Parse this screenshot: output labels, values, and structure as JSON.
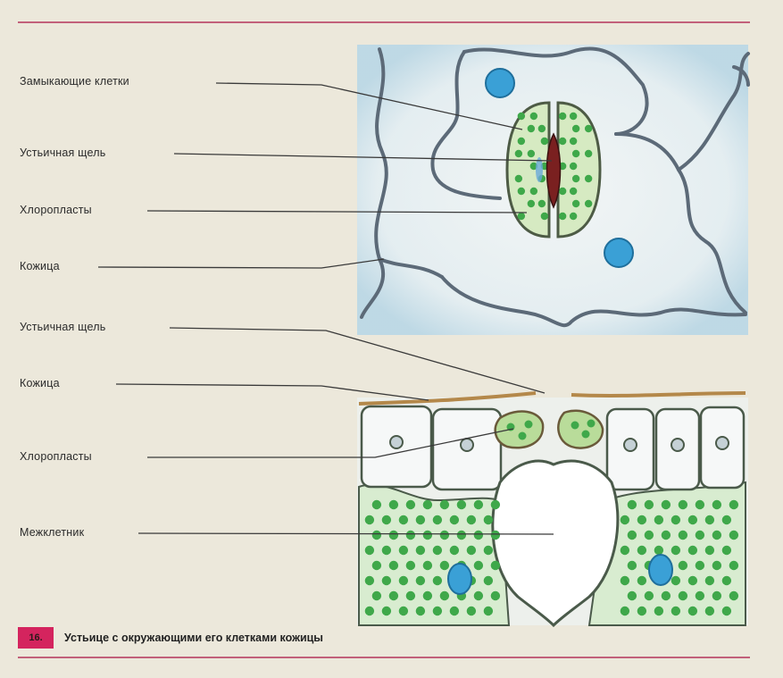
{
  "labels": {
    "guard_cells": "Замыкающие клетки",
    "stomatal_pore_top": "Устьичная щель",
    "chloroplasts_top": "Хлоропласты",
    "epidermis_top": "Кожица",
    "stomatal_pore_bottom": "Устьичная щель",
    "epidermis_bottom": "Кожица",
    "chloroplasts_bottom": "Хлоропласты",
    "intercellular_space": "Межклетник"
  },
  "caption": {
    "number": "16.",
    "text": "Устьице с окружающими его клетками кожицы"
  },
  "colors": {
    "background": "#ece8db",
    "rule": "#c2607a",
    "cell_fill": "#eef4f6",
    "cell_shade": "#bcd9e8",
    "cell_wall": "#5c6a78",
    "chloroplast": "#3fa84a",
    "guard_cell": "#d6eac2",
    "nucleus": "#3aa0d6",
    "pore": "#7a2020"
  }
}
